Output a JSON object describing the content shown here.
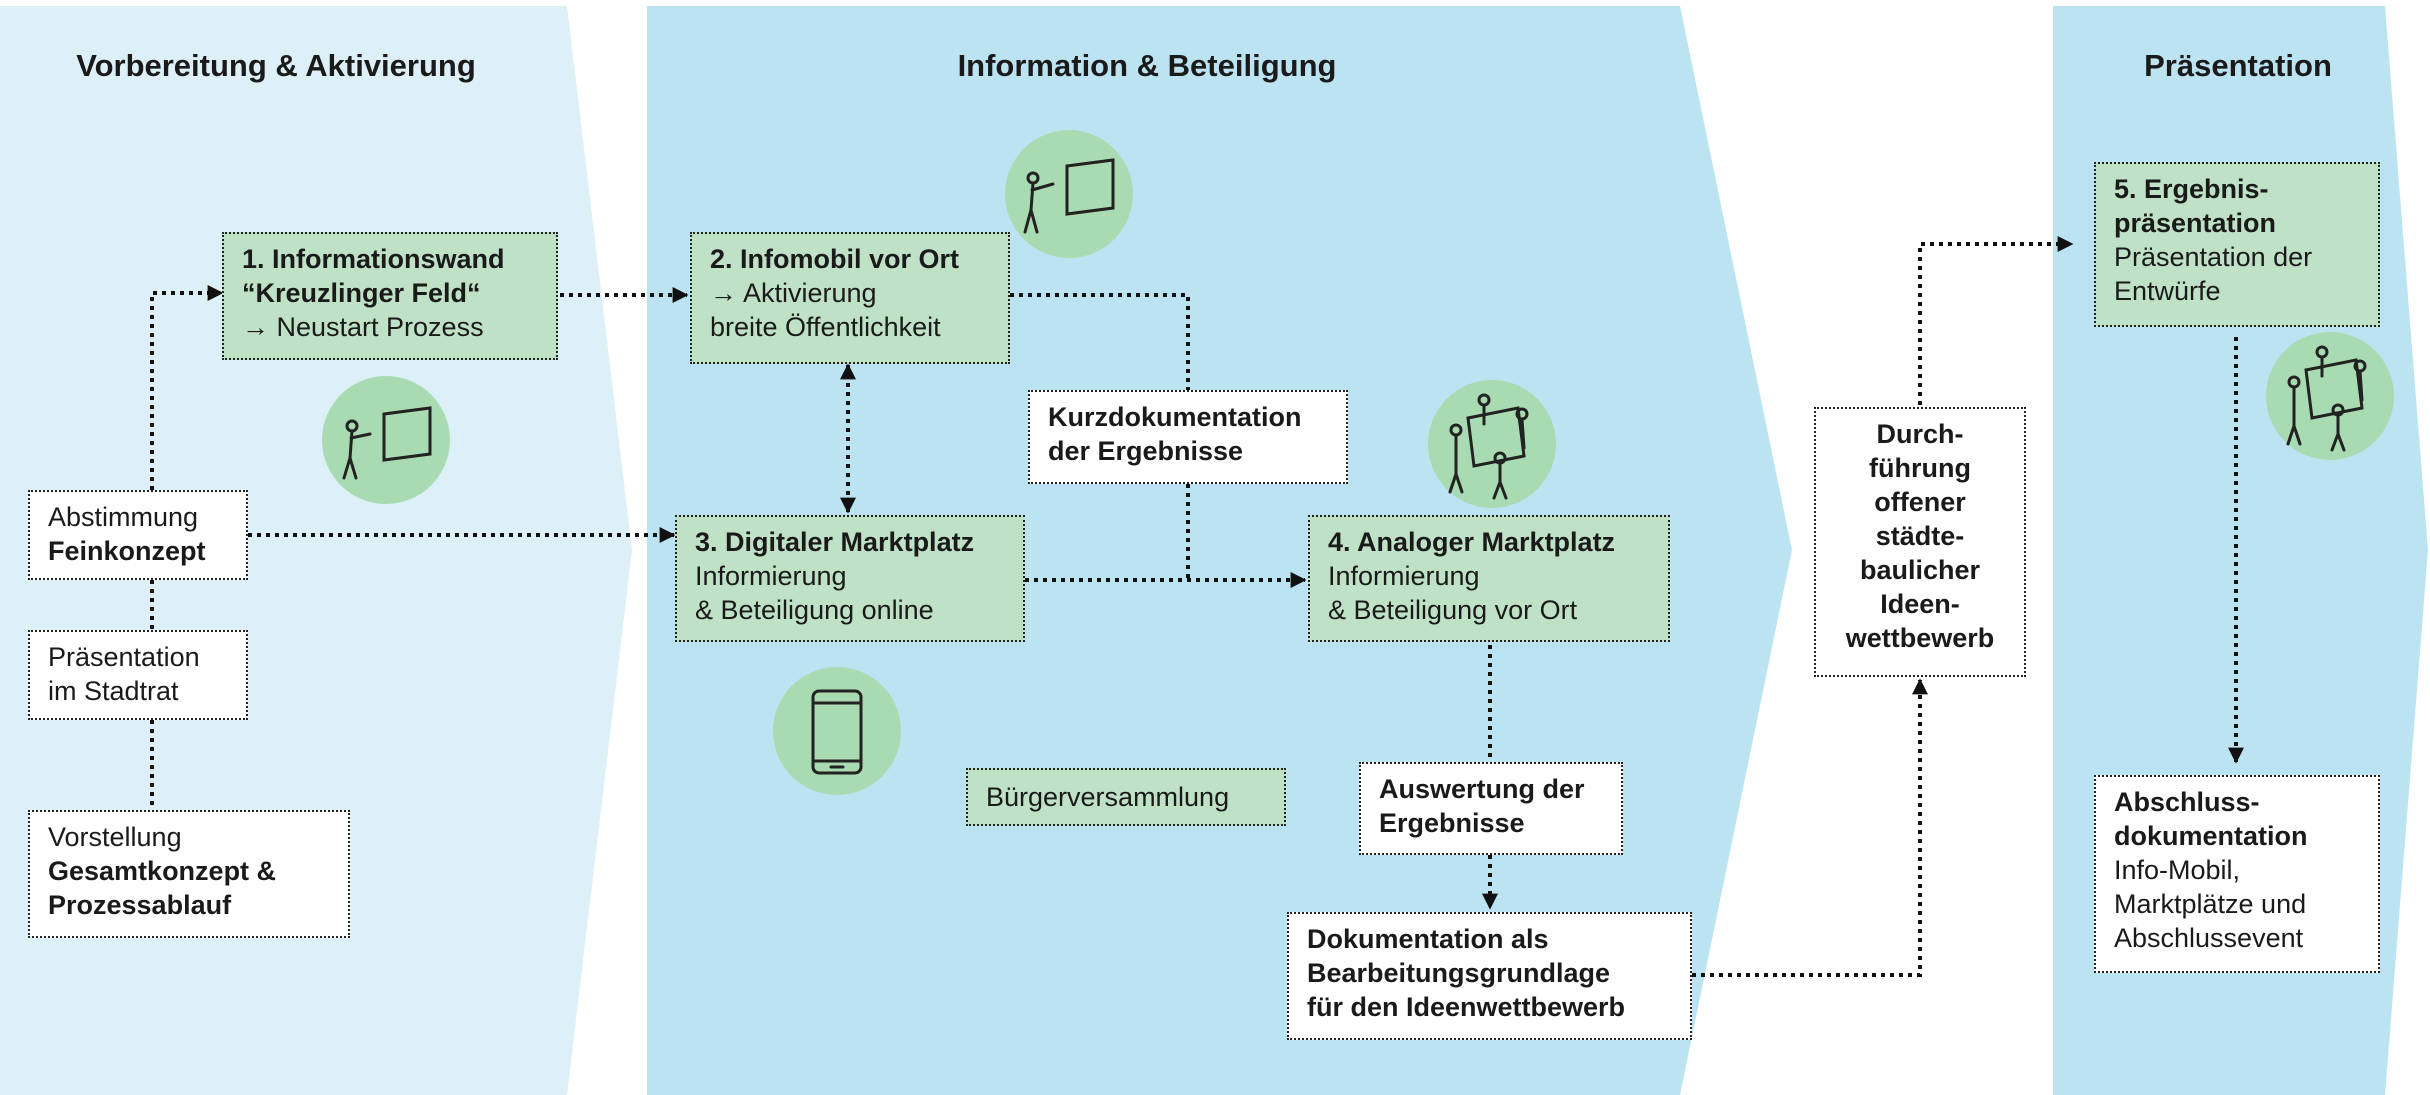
{
  "colors": {
    "phase_light": "#ddeff7",
    "phase_main": "#bce3f2",
    "box_green": "#bfe2c6",
    "icon_circle": "#a9dbb3",
    "line": "#111111"
  },
  "phases": [
    {
      "title": "Vorbereitung & Aktivierung"
    },
    {
      "title": "Information & Beteiligung"
    },
    {
      "title": "Präsentation"
    }
  ],
  "boxes": {
    "informationswand": {
      "l1": "1. Informationswand",
      "l2": "“Kreuzlinger Feld“",
      "l3": "→ Neustart Prozess"
    },
    "infomobil": {
      "l1": "2. Infomobil vor Ort",
      "l2": "→ Aktivierung",
      "l3": "breite Öffentlichkeit"
    },
    "digitaler_marktplatz": {
      "l1": "3. Digitaler Marktplatz",
      "l2": "Informierung",
      "l3": "& Beteiligung online"
    },
    "analoger_marktplatz": {
      "l1": "4. Analoger Marktplatz",
      "l2": "Informierung",
      "l3": "& Beteiligung vor Ort"
    },
    "ergebnispraesentation": {
      "l1": "5. Ergebnis-",
      "l2": "präsentation",
      "l3": "Präsentation der",
      "l4": "Entwürfe"
    },
    "abstimmung": {
      "l1": "Abstimmung",
      "l2": "Feinkonzept"
    },
    "praesentation_stadtrat": {
      "l1": "Präsentation",
      "l2": "im Stadtrat"
    },
    "vorstellung": {
      "l1": "Vorstellung",
      "l2": "Gesamtkonzept &",
      "l3": "Prozessablauf"
    },
    "kurzdokumentation": {
      "l1": "Kurzdokumentation",
      "l2": "der Ergebnisse"
    },
    "buergerversammlung": {
      "l1": "Bürgerversammlung"
    },
    "auswertung": {
      "l1": "Auswertung der",
      "l2": "Ergebnisse"
    },
    "dokumentation": {
      "l1": "Dokumentation als",
      "l2": "Bearbeitungsgrundlage",
      "l3": "für den Ideenwettbewerb"
    },
    "wettbewerb": {
      "l1": "Durch-",
      "l2": "führung",
      "l3": "offener",
      "l4": "städte-",
      "l5": "baulicher",
      "l6": "Ideen-",
      "l7": "wettbewerb"
    },
    "abschlussdokumentation": {
      "l1": "Abschluss-",
      "l2": "dokumentation",
      "l3": "Info-Mobil,",
      "l4": "Marktplätze und",
      "l5": "Abschlussevent"
    }
  },
  "icons": [
    "presenter-board-icon",
    "presenter-board-icon",
    "smartphone-icon",
    "group-holding-board-icon",
    "group-holding-board-icon"
  ]
}
